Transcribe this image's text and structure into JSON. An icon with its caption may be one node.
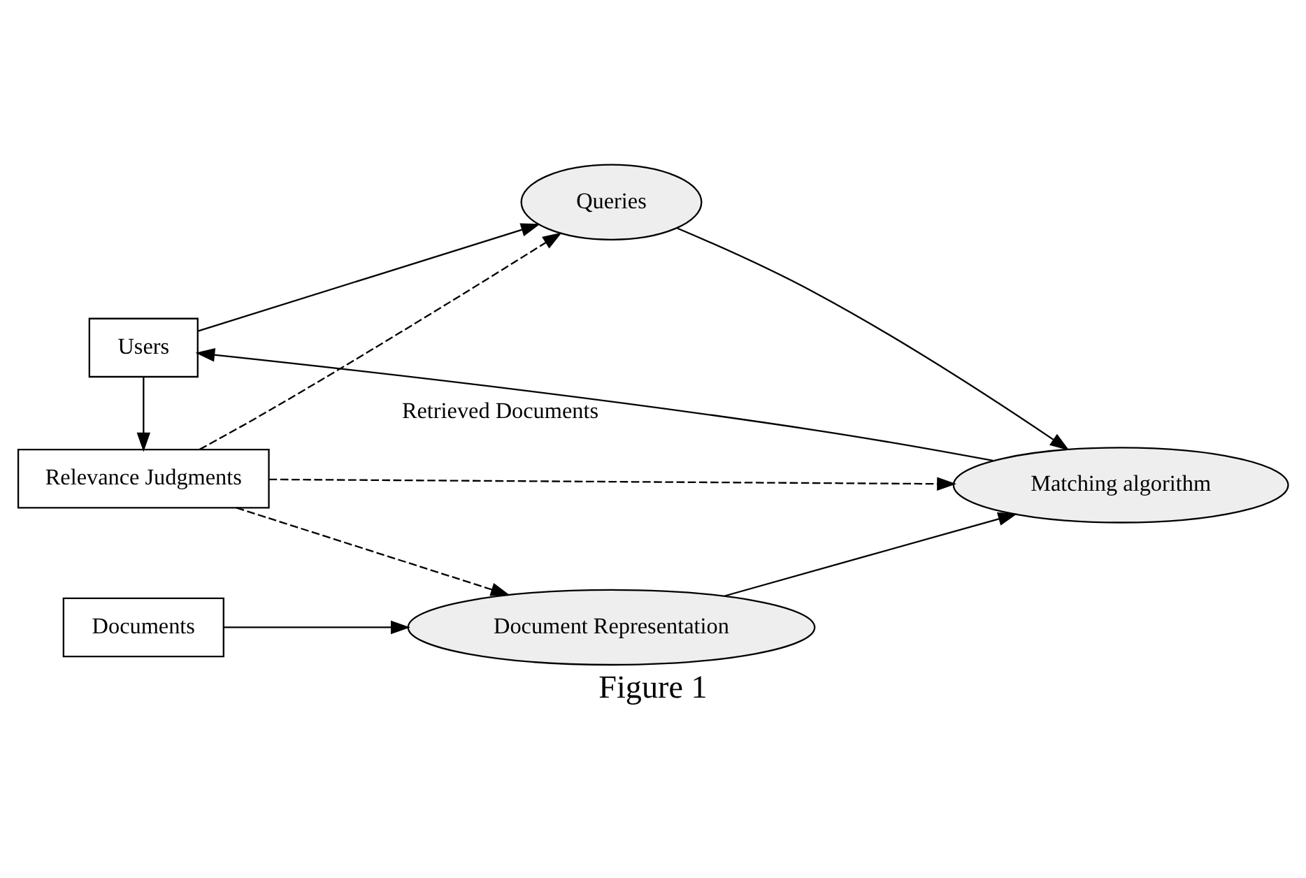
{
  "diagram": {
    "caption": "Figure 1",
    "nodes": [
      {
        "text": [
          "Users"
        ]
      },
      {
        "text": [
          "Queries"
        ]
      },
      {
        "text": [
          "Relevance Judgments"
        ]
      },
      {
        "text": [
          "Matching algorithm"
        ]
      },
      {
        "text": [
          "Document Representation"
        ]
      },
      {
        "text": [
          "Documents"
        ]
      }
    ],
    "edges": [
      {
        "from": 0,
        "to": 1,
        "arrow": "to"
      },
      {
        "from": 0,
        "to": 2,
        "arrow": "to"
      },
      {
        "from": 2,
        "to": 1,
        "arrow": "to",
        "style": "dashed"
      },
      {
        "from": 2,
        "to": 3,
        "arrow": "to",
        "style": "dashed"
      },
      {
        "from": 2,
        "to": 4,
        "arrow": "to",
        "style": "dashed"
      },
      {
        "from": 1,
        "to": 3,
        "arrow": "to"
      },
      {
        "from": 4,
        "to": 3,
        "arrow": "to"
      },
      {
        "from": 5,
        "to": 4,
        "arrow": "to"
      },
      {
        "from": 3,
        "to": 0,
        "arrow": "to",
        "label": "Retrieved Documents"
      }
    ]
  }
}
